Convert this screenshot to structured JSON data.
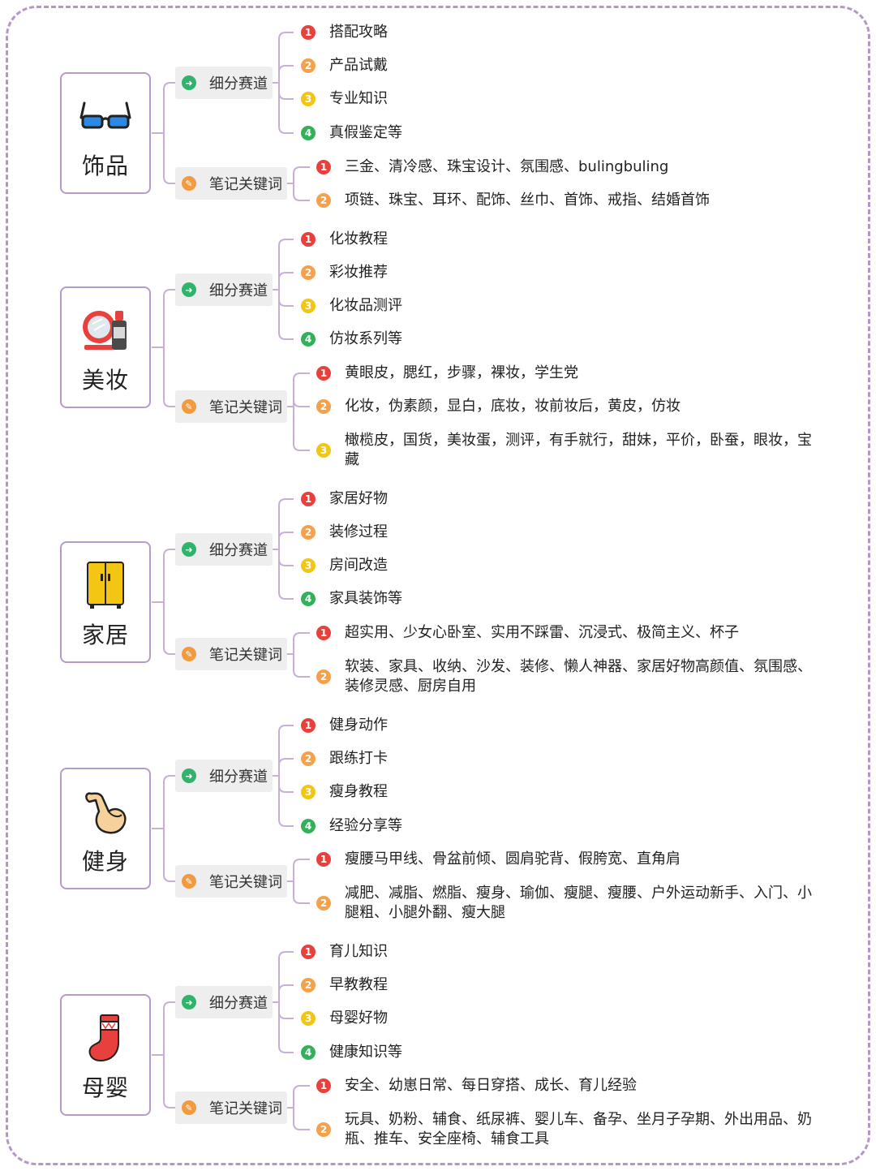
{
  "branch_labels": {
    "track": "细分赛道",
    "keywords": "笔记关键词"
  },
  "categories": [
    {
      "name": "饰品",
      "icon": "glasses-icon",
      "tracks": [
        "搭配攻略",
        "产品试戴",
        "专业知识",
        "真假鉴定等"
      ],
      "keywords": [
        "三金、清冷感、珠宝设计、氛围感、bulingbuling",
        "项链、珠宝、耳环、配饰、丝巾、首饰、戒指、结婚首饰"
      ]
    },
    {
      "name": "美妆",
      "icon": "makeup-icon",
      "tracks": [
        "化妆教程",
        "彩妆推荐",
        "化妆品测评",
        "仿妆系列等"
      ],
      "keywords": [
        "黄眼皮，腮红，步骤，裸妆，学生党",
        "化妆，伪素颜，显白，底妆，妆前妆后，黄皮，仿妆",
        "橄榄皮，国货，美妆蛋，测评，有手就行，甜妹，平价，卧蚕，眼妆，宝藏"
      ]
    },
    {
      "name": "家居",
      "icon": "wardrobe-icon",
      "tracks": [
        "家居好物",
        "装修过程",
        "房间改造",
        "家具装饰等"
      ],
      "keywords": [
        "超实用、少女心卧室、实用不踩雷、沉浸式、极简主义、杯子",
        "软装、家具、收纳、沙发、装修、懒人神器、家居好物高颜值、氛围感、装修灵感、厨房自用"
      ]
    },
    {
      "name": "健身",
      "icon": "flexed-bicep-icon",
      "tracks": [
        "健身动作",
        "跟练打卡",
        "瘦身教程",
        "经验分享等"
      ],
      "keywords": [
        "瘦腰马甲线、骨盆前倾、圆肩驼背、假胯宽、直角肩",
        "减肥、减脂、燃脂、瘦身、瑜伽、瘦腿、瘦腰、户外运动新手、入门、小腿粗、小腿外翻、瘦大腿"
      ]
    },
    {
      "name": "母婴",
      "icon": "sock-icon",
      "tracks": [
        "育儿知识",
        "早教教程",
        "母婴好物",
        "健康知识等"
      ],
      "keywords": [
        "安全、幼崽日常、每日穿搭、成长、育儿经验",
        "玩具、奶粉、辅食、纸尿裤、婴儿车、备孕、坐月子孕期、外出用品、奶瓶、推车、安全座椅、辅食工具"
      ]
    }
  ],
  "colors": {
    "frame": "#b497c8",
    "node_border": "#b69ac9",
    "line": "#c7afd6",
    "track_icon": "#30b36b",
    "keyword_icon": "#f29a3f"
  }
}
